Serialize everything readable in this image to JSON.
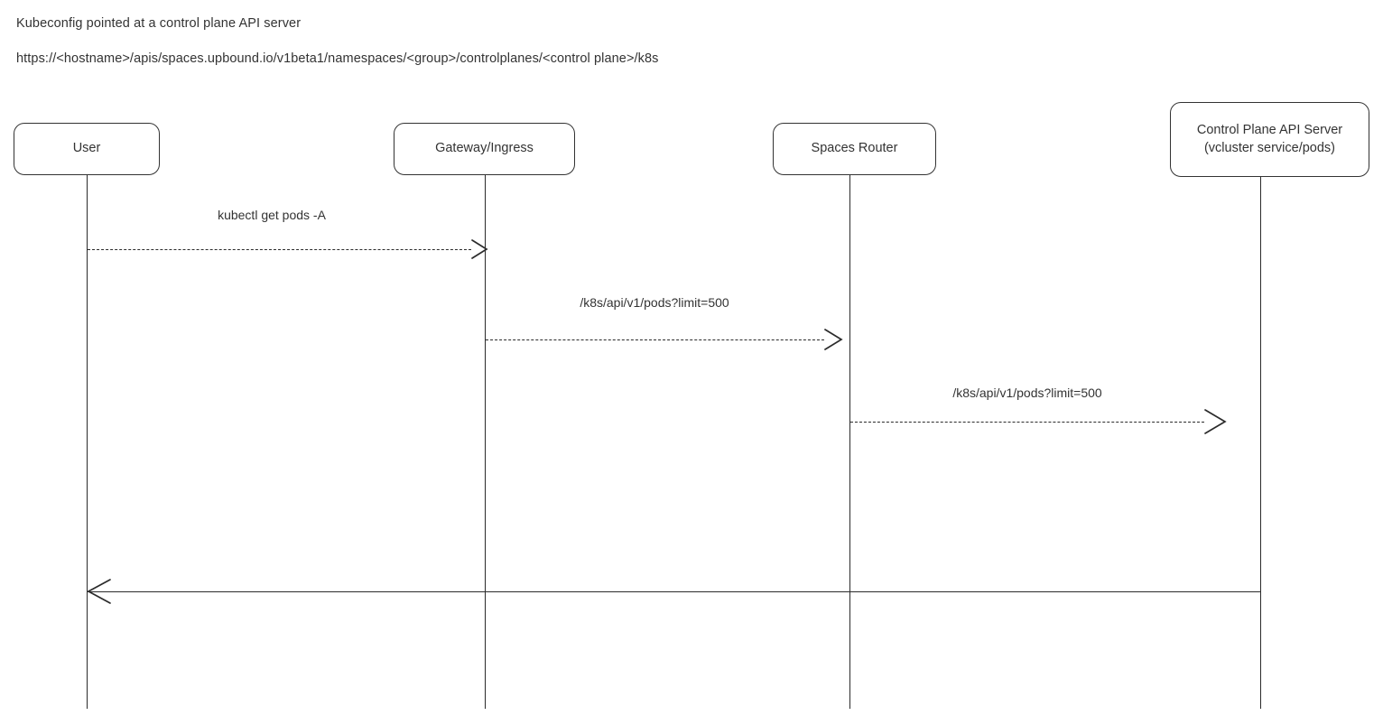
{
  "diagram": {
    "kind": "sequence-diagram",
    "header": {
      "title": "Kubeconfig pointed at a control plane API server",
      "url": "https://<hostname>/apis/spaces.upbound.io/v1beta1/namespaces/<group>/controlplanes/<control plane>/k8s"
    },
    "colors": {
      "text": "#333333",
      "stroke": "#2b2b2b",
      "background": "#ffffff"
    },
    "participants": [
      {
        "id": "user",
        "label": "User",
        "label2": ""
      },
      {
        "id": "gateway",
        "label": "Gateway/Ingress",
        "label2": ""
      },
      {
        "id": "spaces-router",
        "label": "Spaces Router",
        "label2": ""
      },
      {
        "id": "control-plane",
        "label": "Control Plane API Server",
        "label2": "(vcluster service/pods)"
      }
    ],
    "messages": [
      {
        "id": "m1",
        "label": "kubectl get pods -A",
        "from": "user",
        "to": "gateway",
        "style": "dashed",
        "direction": "right"
      },
      {
        "id": "m2",
        "label": "/k8s/api/v1/pods?limit=500",
        "from": "gateway",
        "to": "spaces-router",
        "style": "dashed",
        "direction": "right"
      },
      {
        "id": "m3",
        "label": "/k8s/api/v1/pods?limit=500",
        "from": "spaces-router",
        "to": "control-plane",
        "style": "dashed",
        "direction": "right"
      },
      {
        "id": "m4",
        "label": "",
        "from": "control-plane",
        "to": "user",
        "style": "solid",
        "direction": "left"
      }
    ]
  }
}
